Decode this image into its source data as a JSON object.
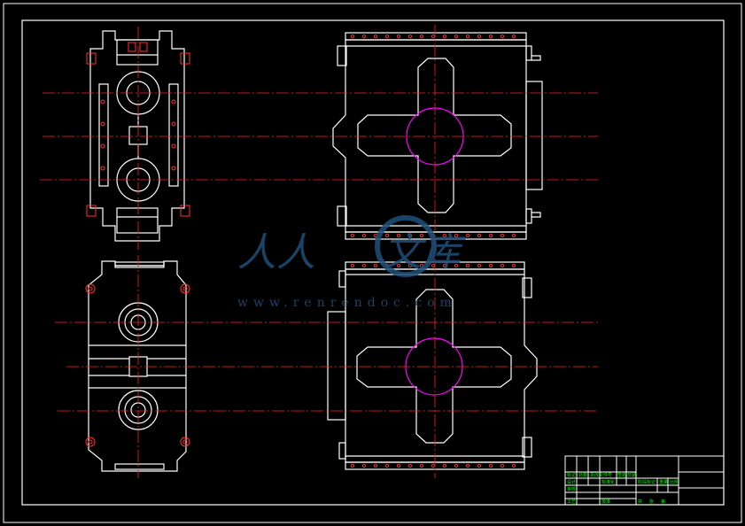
{
  "colors": {
    "background": "#000000",
    "outline": "#ffffff",
    "centerline": "#ff2020",
    "circle": "#ff00ff",
    "title_block_text": "#00ff00",
    "watermark": "#1e4f7a"
  },
  "watermark": {
    "logo_chars": "人人",
    "logo_chars_2": "文库",
    "url": "www.renrendoc.com"
  },
  "title_block": {
    "cells": [
      "标记",
      "处数",
      "更改文件号",
      "签名",
      "日期",
      "设计",
      "标准化",
      "审核",
      "工艺",
      "批准",
      "阶段标记",
      "重量",
      "比例",
      "共",
      "张",
      "第"
    ]
  }
}
